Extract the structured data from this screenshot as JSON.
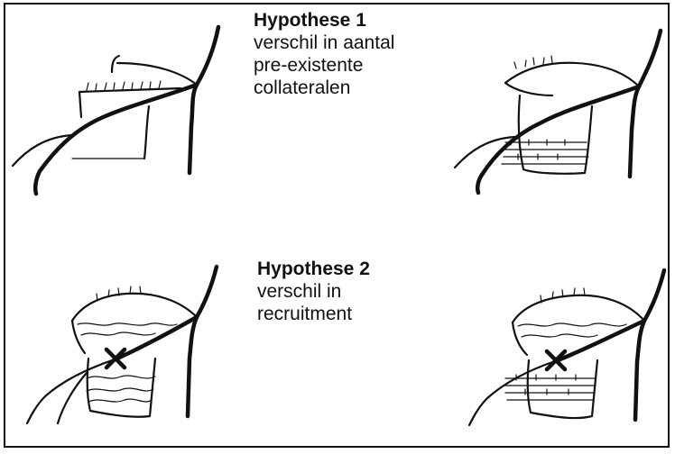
{
  "hypothesis1": {
    "title": "Hypothese 1",
    "lines": [
      "verschil in aantal",
      "pre-existente",
      "collateralen"
    ]
  },
  "hypothesis2": {
    "title": "Hypothese 2",
    "lines": [
      "verschil in",
      "recruitment"
    ]
  }
}
